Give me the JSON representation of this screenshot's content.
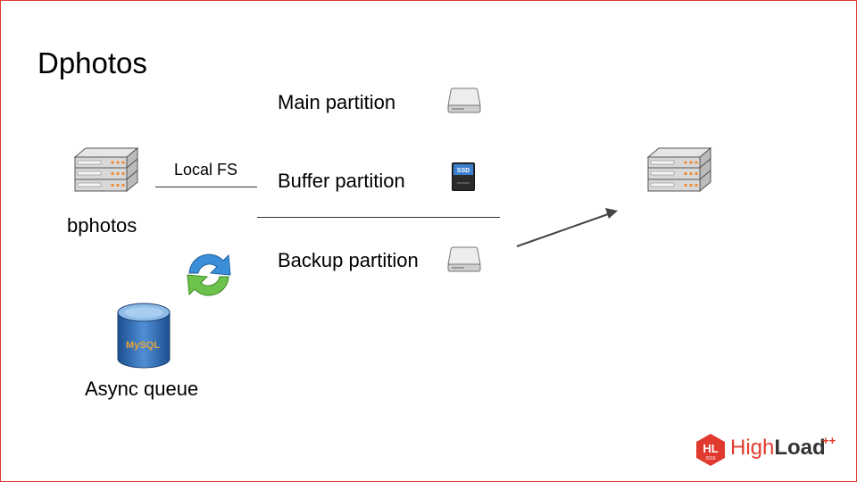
{
  "slide": {
    "title": "Dphotos",
    "accent_color": "#e03a2f"
  },
  "nodes": {
    "source_server_label": "bphotos",
    "local_fs_label": "Local FS",
    "queue_label": "Async queue",
    "queue_db_logo_text": "MySQL"
  },
  "partitions": [
    {
      "label": "Main partition",
      "icon": "hdd-icon"
    },
    {
      "label": "Buffer partition",
      "icon": "ssd-icon",
      "badge": "SSD"
    },
    {
      "label": "Backup partition",
      "icon": "hdd-icon"
    }
  ],
  "logo": {
    "badge": "HL",
    "year": "2016",
    "word_high": "High",
    "word_load": "Load",
    "suffix": "++"
  }
}
